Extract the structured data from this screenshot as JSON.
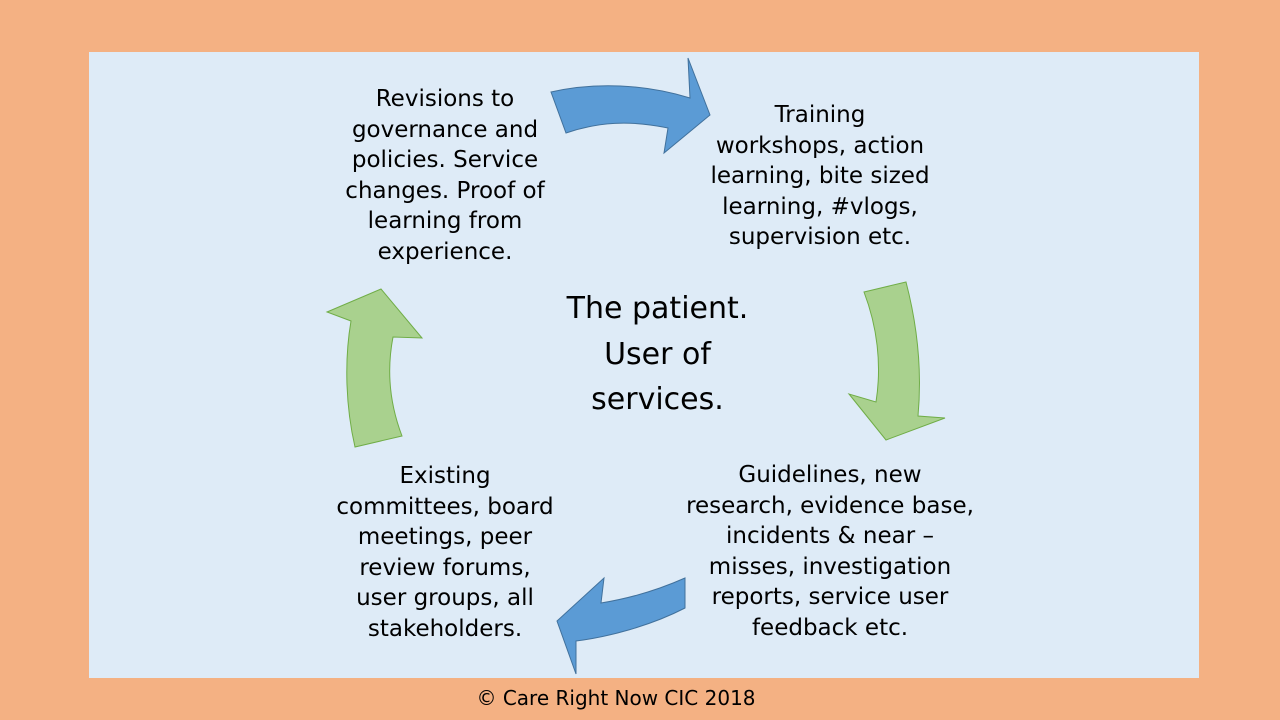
{
  "diagram": {
    "center_label": "The patient.\nUser of\nservices.",
    "blocks": {
      "top_left": "Revisions to\ngovernance and\npolicies. Service\nchanges. Proof of\nlearning from\nexperience.",
      "top_right": "Training\nworkshops, action\nlearning, bite sized\nlearning, #vlogs,\nsupervision etc.",
      "bottom_right": "Guidelines, new\nresearch, evidence base,\nincidents & near –\nmisses, investigation\nreports, service user\nfeedback etc.",
      "bottom_left": "Existing\ncommittees, board\nmeetings, peer\nreview forums,\nuser groups, all\nstakeholders."
    },
    "arrows": [
      {
        "id": "top",
        "color": "#5b9bd5",
        "direction": "right"
      },
      {
        "id": "right",
        "color": "#a9d18e",
        "direction": "down"
      },
      {
        "id": "bottom",
        "color": "#5b9bd5",
        "direction": "left"
      },
      {
        "id": "left",
        "color": "#a9d18e",
        "direction": "up"
      }
    ]
  },
  "footer": {
    "copyright": "© Care Right Now CIC 2018"
  }
}
